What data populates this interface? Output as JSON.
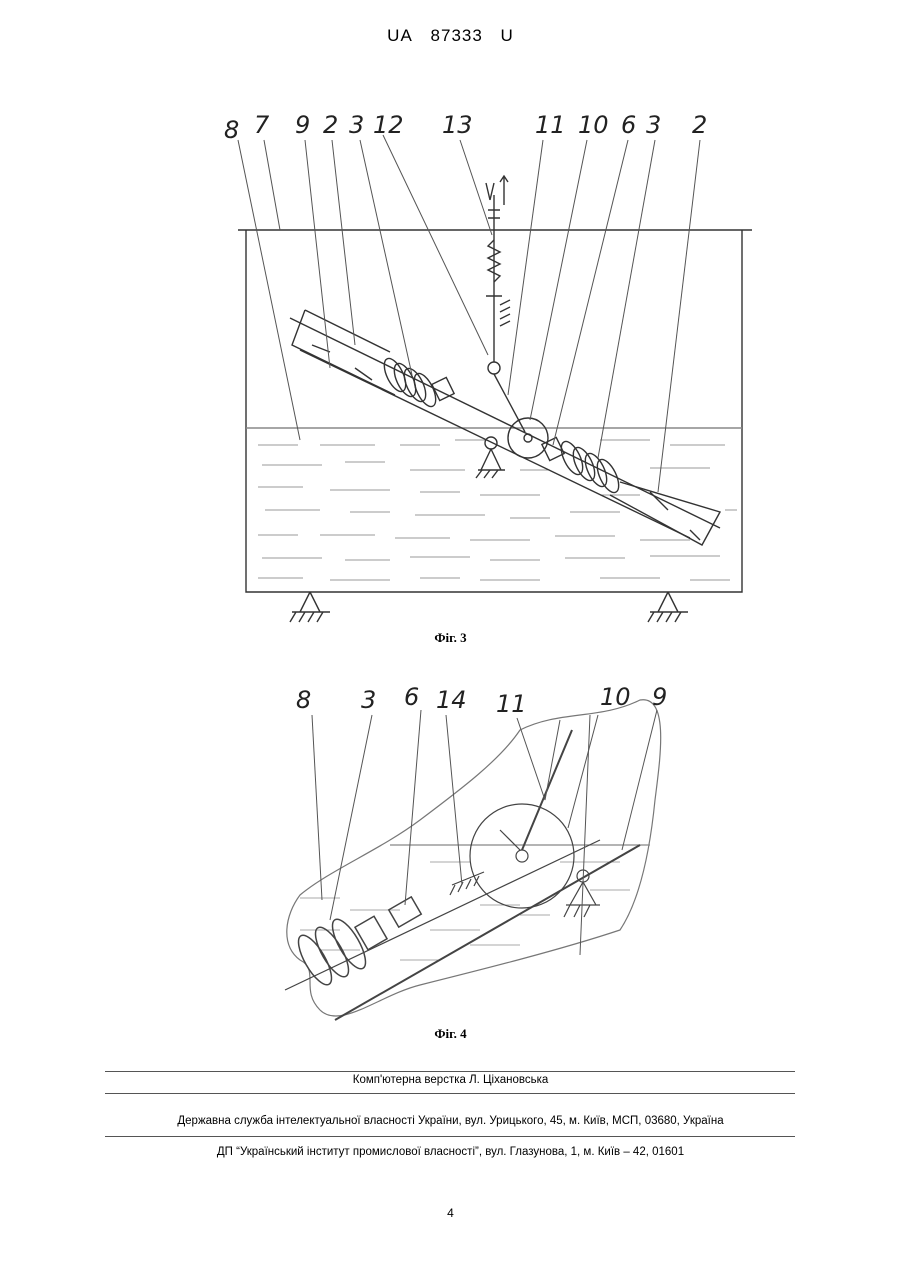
{
  "header": {
    "prefix": "UA",
    "number": "87333",
    "suffix": "U"
  },
  "figure3": {
    "caption": "Фіг. 3",
    "labels": [
      "8",
      "7",
      "9",
      "2",
      "3",
      "12",
      "13",
      "11",
      "10",
      "6",
      "3",
      "2"
    ]
  },
  "figure4": {
    "caption": "Фіг. 4",
    "labels": [
      "8",
      "3",
      "6",
      "14",
      "11",
      "10",
      "9"
    ]
  },
  "footer": {
    "layout": "Комп'ютерна верстка Л. Ціхановська",
    "agency": "Державна служба інтелектуальної власності України, вул. Урицького, 45, м. Київ, МСП, 03680, Україна",
    "institute": "ДП “Український інститут промислової власності”, вул. Глазунова, 1, м. Київ – 42, 01601"
  },
  "page_number": "4"
}
